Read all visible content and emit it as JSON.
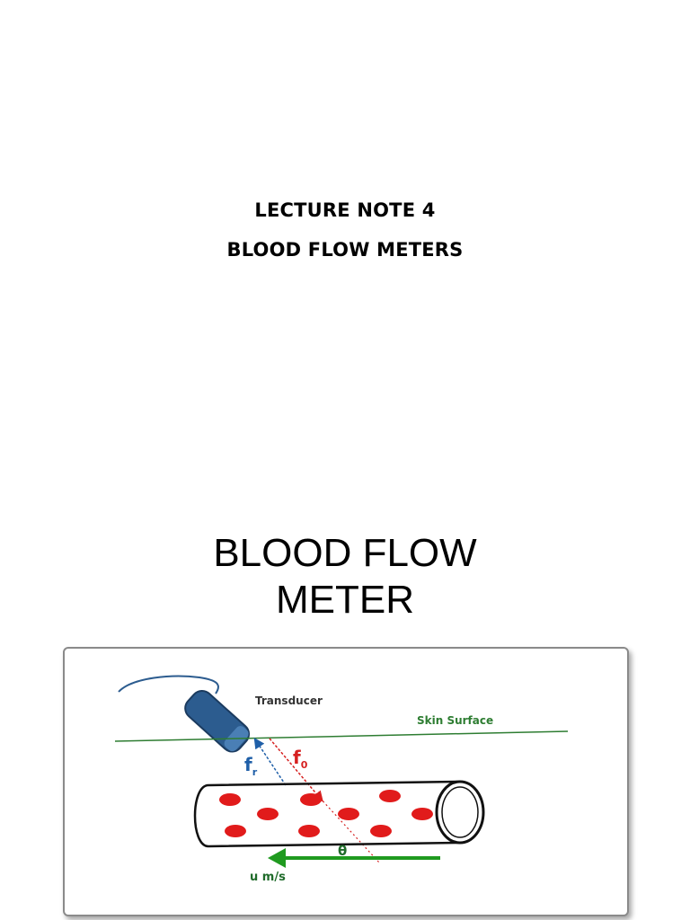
{
  "lecture": {
    "line1": "LECTURE NOTE 4",
    "line2": "BLOOD FLOW METERS"
  },
  "slide": {
    "title_line1": "BLOOD FLOW",
    "title_line2": "METER"
  },
  "diagram": {
    "transducer_label": "Transducer",
    "skin_surface_label": "Skin Surface",
    "received_freq_label": "f",
    "received_freq_sub": "r",
    "transmitted_freq_label": "f",
    "transmitted_freq_sub": "0",
    "angle_label": "θ",
    "velocity_label": "u m/s",
    "colors": {
      "transducer": "#2c5c8f",
      "skin_line": "#2e7d32",
      "skin_text": "#2e7d32",
      "blood_cell": "#e11b1b",
      "received_arrow": "#1f5fa8",
      "transmitted_arrow": "#d62020",
      "flow_arrow": "#1f9a1f",
      "velocity_text": "#1f6b2a"
    }
  }
}
